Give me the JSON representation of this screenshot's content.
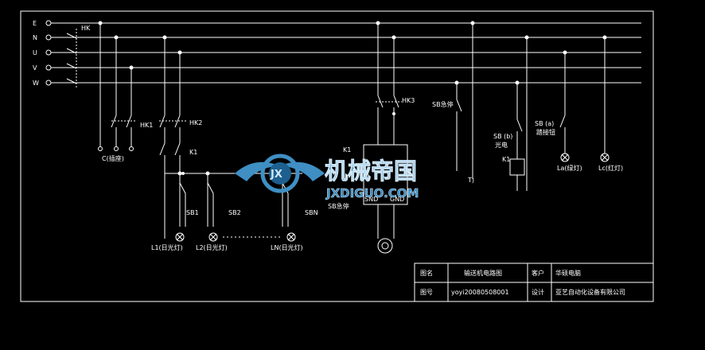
{
  "buses": [
    "E",
    "N",
    "U",
    "V",
    "W"
  ],
  "labels": {
    "hk": "HK",
    "hk1": "HK1",
    "hk2": "HK2",
    "hk3": "HK3",
    "k1_a": "K1",
    "k1_b": "K1",
    "k1_c": "K1",
    "socket": "C(插座)",
    "sb1": "SB1",
    "sb2": "SB2",
    "sbn": "SBN",
    "l1": "L1(日光灯)",
    "l2": "L2(日光灯)",
    "ln": "LN(日光灯)",
    "sb_stop_top": "SB急停",
    "sb_stop_bottom": "SB急停",
    "sb_b": "SB (b)",
    "sb_b2": "光电",
    "sb_a": "SB (a)",
    "sb_a2": "踏接钮",
    "la": "La(绿灯)",
    "lc": "Lc(红灯)",
    "snd": "SND",
    "gnd": "GND",
    "fragment_t": "T)"
  },
  "watermark": {
    "title": "机械帝国",
    "url": "JXDIGUO.COM",
    "badge": "JX"
  },
  "title_block": {
    "row1": [
      "图名",
      "输送机电路图",
      "客户",
      "华硕电脑"
    ],
    "row2": [
      "图号",
      "yoyi20080508001",
      "设计",
      "亚艺自动化设备有限公司"
    ]
  },
  "colors": {
    "background": "#000000",
    "lines": "#ffffff",
    "watermark": "#3f8fc4"
  }
}
